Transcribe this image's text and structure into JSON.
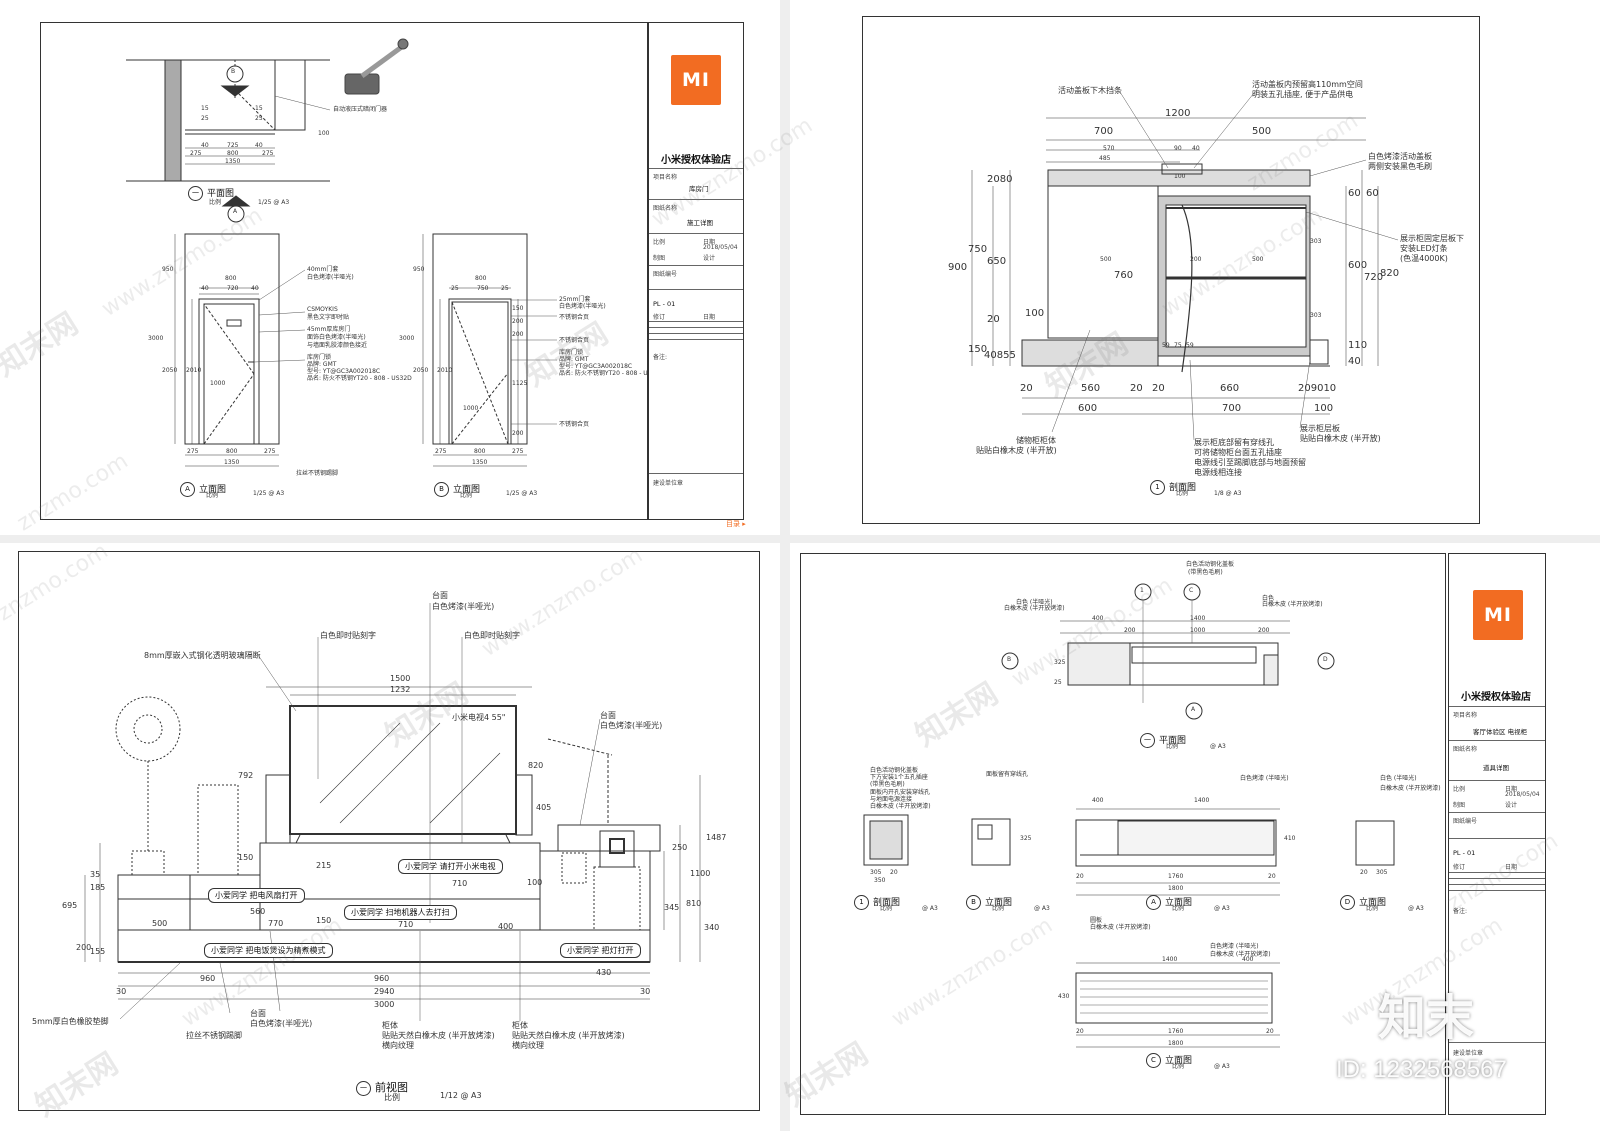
{
  "titleblock": {
    "brand": "MI",
    "company": "小米授权体验店",
    "field_project": "项目名称",
    "field_drawing": "图纸名称",
    "field_scale": "比例",
    "field_date": "日期",
    "field_draw": "制图",
    "field_design": "设计",
    "field_code": "图纸编号",
    "field_rev": "修订",
    "field_note": "备注:",
    "field_seal": "建设单位章",
    "tb1_project": "库房门",
    "tb1_drawing": "施工详图",
    "tb1_date": "2018/05/04",
    "tb1_code": "PL - 01",
    "tb2_project": "客厅体验区 电视柜",
    "tb2_drawing": "道具详图",
    "tb2_date": "2018/05/04",
    "tb2_code": "PL - 01"
  },
  "sheet1": {
    "mulu": "目录 ▸",
    "plan_title": "平面图",
    "plan_scale": "1/25 @ A3",
    "plan_dims": [
      "15",
      "25",
      "15",
      "25",
      "40",
      "725",
      "40",
      "275",
      "800",
      "275",
      "1350",
      "100"
    ],
    "closer_label": "自动液压式暗闭门器",
    "elevA_title": "立面图",
    "elevA_scale": "1/25 @ A3",
    "elevA_tag": "A",
    "elevB_title": "立面图",
    "elevB_scale": "1/25 @ A3",
    "elevB_tag": "B",
    "scale_label": "比例",
    "elevA_dims": [
      "800",
      "40",
      "720",
      "40",
      "3000",
      "2050",
      "2010",
      "1000",
      "950",
      "275",
      "800",
      "275",
      "1350"
    ],
    "elevB_dims": [
      "800",
      "25",
      "750",
      "25",
      "3000",
      "2050",
      "2010",
      "1000",
      "950",
      "275",
      "800",
      "275",
      "1350",
      "150",
      "200",
      "200",
      "1125",
      "200"
    ],
    "elevA_notes": [
      "40mm门套",
      "白色烤漆(半哑光)",
      "CSMOYKIS",
      "黑色文字即时贴",
      "45mm厚库房门",
      "面饰白色烤漆(半哑光)",
      "与墙面乳胶漆颜色接近",
      "库房门锁",
      "品牌: GMT",
      "型号: YT@GC3A002018C",
      "品名: 防火不锈钢YT20 - 808 - US32D",
      "拉丝不锈钢踢脚"
    ],
    "elevB_notes": [
      "25mm门套",
      "白色烤漆(半哑光)",
      "不锈钢合页",
      "不锈钢合页",
      "库房门锁",
      "品牌: GMT",
      "型号: YT@GC3A002018C",
      "品名: 防火不锈钢YT20 - 808 - US32D",
      "不锈钢合页"
    ]
  },
  "sheet2": {
    "title": "剖面图",
    "scale": "1/8 @ A3",
    "scale_label": "比例",
    "tag": "1",
    "dims_top": [
      "1200",
      "700",
      "500",
      "570",
      "485",
      "90",
      "40",
      "100"
    ],
    "dims_left": [
      "900",
      "750",
      "650",
      "2080",
      "20",
      "100",
      "150",
      "40855"
    ],
    "dims_right": [
      "60",
      "60",
      "303",
      "600",
      "720",
      "820",
      "303",
      "110",
      "40"
    ],
    "dims_inner": [
      "500",
      "760",
      "200",
      "500",
      "59",
      "75",
      "59"
    ],
    "dims_bottom": [
      "20",
      "560",
      "20",
      "20",
      "660",
      "209010",
      "600",
      "700",
      "100"
    ],
    "note1": "活动盖板下木挡条",
    "note2": [
      "活动盖板内预留高110mm空间",
      "明装五孔插座, 便于产品供电"
    ],
    "note3": [
      "白色烤漆活动盖板",
      "两侧安装黑色毛刷"
    ],
    "note4": [
      "展示柜固定层板下",
      "安装LED灯条",
      "(色温4000K)"
    ],
    "note5": [
      "储物柜柜体",
      "贴贴白橡木皮 (半开放)"
    ],
    "note6": [
      "展示柜底部留有穿线孔",
      "可将储物柜台面五孔插座",
      "电源线引至踢脚底部与地面预留",
      "电源线相连接"
    ],
    "note7": [
      "展示柜层板",
      "贴贴白橡木皮 (半开放)"
    ]
  },
  "sheet3": {
    "title": "前视图",
    "scale": "1/12 @ A3",
    "scale_label": "比例",
    "tag": "一",
    "bubbles": [
      "小爱同学 请打开小米电视",
      "小爱同学 把电风扇打开",
      "小爱同学 扫地机器人去打扫",
      "小爱同学 把电饭煲设为精煮模式",
      "小爱同学 把灯打开"
    ],
    "tv_label": "小米电视4 55\"",
    "notes_top": [
      "台面",
      "白色烤漆(半哑光)",
      "白色即时贴刻字",
      "白色即时贴刻字",
      "8mm厚嵌入式钢化透明玻璃隔断",
      "台面",
      "白色烤漆(半哑光)"
    ],
    "notes_bottom": [
      "5mm厚白色橡胶垫脚",
      "拉丝不锈钢踢脚",
      "台面",
      "白色烤漆(半哑光)",
      "柜体",
      "贴贴天然白橡木皮 (半开放烤漆)",
      "横向纹理",
      "柜体",
      "贴贴天然白橡木皮 (半开放烤漆)",
      "横向纹理"
    ],
    "dims": [
      "1500",
      "1232",
      "792",
      "820",
      "405",
      "1487",
      "250",
      "1100",
      "560",
      "770",
      "710",
      "710",
      "500",
      "400",
      "100",
      "960",
      "960",
      "430",
      "2940",
      "3000",
      "30",
      "30",
      "695",
      "200",
      "215",
      "150",
      "150",
      "185",
      "155",
      "35",
      "345",
      "810",
      "340"
    ]
  },
  "sheet4": {
    "plan_title": "平面图",
    "plan_scale": "@ A3",
    "section_title": "剖面图",
    "elevB_title": "立面图",
    "elevA_title": "立面图",
    "elevD_title": "立面图",
    "elevC_title": "立面图",
    "small_scale": "@ A3",
    "scale_label": "比例",
    "tags": [
      "1",
      "C",
      "B",
      "D",
      "A",
      "一",
      "1",
      "B",
      "A",
      "D",
      "C"
    ],
    "plan_dims": [
      "400",
      "1400",
      "200",
      "1000",
      "200",
      "325",
      "25"
    ],
    "elev_dims": [
      "1400",
      "400",
      "20",
      "1760",
      "20",
      "1800",
      "325",
      "410",
      "350",
      "305",
      "20",
      "20",
      "305"
    ],
    "elevC_dims": [
      "1400",
      "400",
      "20",
      "1760",
      "20",
      "1800",
      "430"
    ],
    "notes": [
      "白色活动钢化盖板",
      "(带黑色毛刷)",
      "白色",
      "白橡木皮 (半开放烤漆)",
      "白色 (半哑光)",
      "白橡木皮 (半开放烤漆)",
      "白色活动钢化盖板",
      "下方安装1个五孔插座",
      "(带黑色毛刷)",
      "面板内开孔安装穿线孔",
      "与地面电源连接",
      "白橡木皮 (半开放烤漆)",
      "面板留有穿线孔",
      "圆板",
      "白橡木皮 (半开放烤漆)",
      "白色烤漆 (半哑光)",
      "白色 (半哑光)",
      "白橡木皮 (半开放烤漆)",
      "白橡木皮 (半开放烤漆)",
      "白色烤漆 (半哑光)"
    ]
  },
  "watermarks": {
    "cn": "知末网",
    "url": "www.znzmo.com",
    "url2": "znzmo.com",
    "logo": "知末",
    "id": "ID: 1232568567"
  },
  "colors": {
    "brand": "#f26c22",
    "line": "#333333",
    "bg": "#eeeeee"
  }
}
